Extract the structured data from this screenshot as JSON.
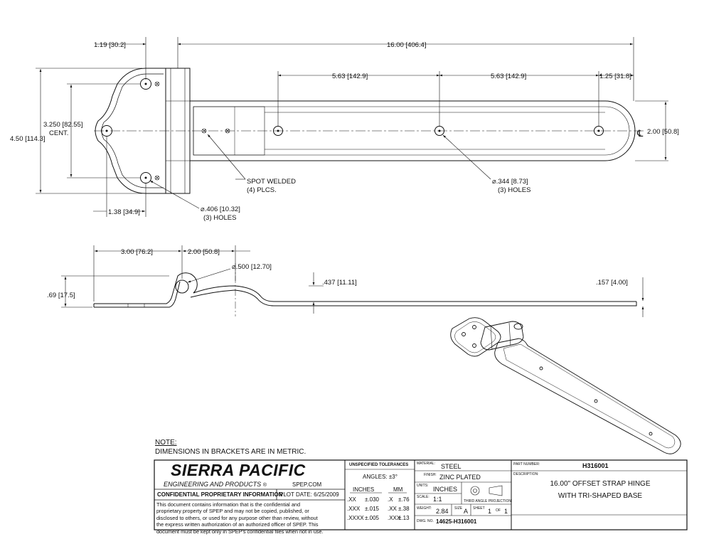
{
  "dimensions": {
    "top_view": {
      "overall_length": "16.00",
      "overall_length_mm": "406.4",
      "base_offset": "1.19",
      "base_offset_mm": "30.2",
      "hole_spacing_1": "5.63",
      "hole_spacing_1_mm": "142.9",
      "hole_spacing_2": "5.63",
      "hole_spacing_2_mm": "142.9",
      "end_offset": "1.25",
      "end_offset_mm": "31.8",
      "base_height": "4.50",
      "base_height_mm": "114.3",
      "hole_center_span": "3.250",
      "hole_center_span_mm": "82.55",
      "hole_center_span_suffix": "CENT.",
      "strap_width": "2.00",
      "strap_width_mm": "50.8",
      "base_hole_offset": "1.38",
      "base_hole_offset_mm": "34.9",
      "spot_weld_line1": "SPOT WELDED",
      "spot_weld_line2": "(4) PLCS.",
      "strap_hole_dia": ".344",
      "strap_hole_dia_mm": "8.73",
      "strap_hole_count": "(3) HOLES",
      "base_hole_dia": ".406",
      "base_hole_dia_mm": "10.32",
      "base_hole_count": "(3) HOLES",
      "centerline_symbol": "℄"
    },
    "side_view": {
      "base_length": "3.00",
      "base_length_mm": "76.2",
      "offset_length": "2.00",
      "offset_length_mm": "50.8",
      "pin_dia": ".500",
      "pin_dia_mm": "12.70",
      "offset_height": ".437",
      "offset_height_mm": "11.11",
      "thickness": ".157",
      "thickness_mm": "4.00",
      "knuckle_height": ".69",
      "knuckle_height_mm": "17.5"
    }
  },
  "notes": {
    "heading": "NOTE:",
    "text": "DIMENSIONS IN BRACKETS ARE IN METRIC."
  },
  "title_block": {
    "company_name": "SIERRA PACIFIC",
    "company_sub": "ENGINEERING AND PRODUCTS",
    "registered_mark": "®",
    "website": "SPEP.COM",
    "confidential_heading": "CONFIDENTIAL PROPRIETARY INFORMATION",
    "plot_date": "PLOT DATE: 6/25/2009",
    "confidential_lines": [
      "This document contains information that is the confidential and",
      "proprietary property of SPEP and may not be copied, published, or",
      "disclosed to others, or used for any purpose  other than review, without",
      "the express written authorization of an authorized officer of SPEP. This",
      "document must be kept only in SPEP's confidential files when not in use."
    ],
    "tolerances_heading": "UNSPECIFIED TOLERANCES",
    "angles": "ANGLES: ±3°",
    "inches_header": "INCHES",
    "mm_header": "MM",
    "tolerance_rows": [
      {
        "in_place": ".XX",
        "in_tol": "±.030",
        "mm_place": ".X",
        "mm_tol": "±.76"
      },
      {
        "in_place": ".XXX",
        "in_tol": "±.015",
        "mm_place": ".XX",
        "mm_tol": "±.38"
      },
      {
        "in_place": ".XXXX",
        "in_tol": "±.005",
        "mm_place": ".XXX",
        "mm_tol": "±.13"
      }
    ],
    "material_label": "MATERIAL:",
    "material": "STEEL",
    "finish_label": "FINISH:",
    "finish": "ZINC PLATED",
    "units_label": "UNITS:",
    "units": "INCHES",
    "scale_label": "SCALE:",
    "scale": "1:1",
    "projection_label": "THIRD ANGLE PROJECTION",
    "weight_label": "WEIGHT:",
    "weight": "2.84",
    "size_label": "SIZE",
    "size": "A",
    "sheet_label": "SHEET",
    "sheet": "1",
    "of_label": "OF",
    "sheet_total": "1",
    "dwg_no_label": "DWG. NO.",
    "dwg_no": "14625-H316001",
    "part_number_label": "PART NUMBER:",
    "part_number": "H316001",
    "description_label": "DESCRIPTION:",
    "description_line1": "16.00\" OFFSET STRAP HINGE",
    "description_line2": "WITH TRI-SHAPED BASE"
  }
}
